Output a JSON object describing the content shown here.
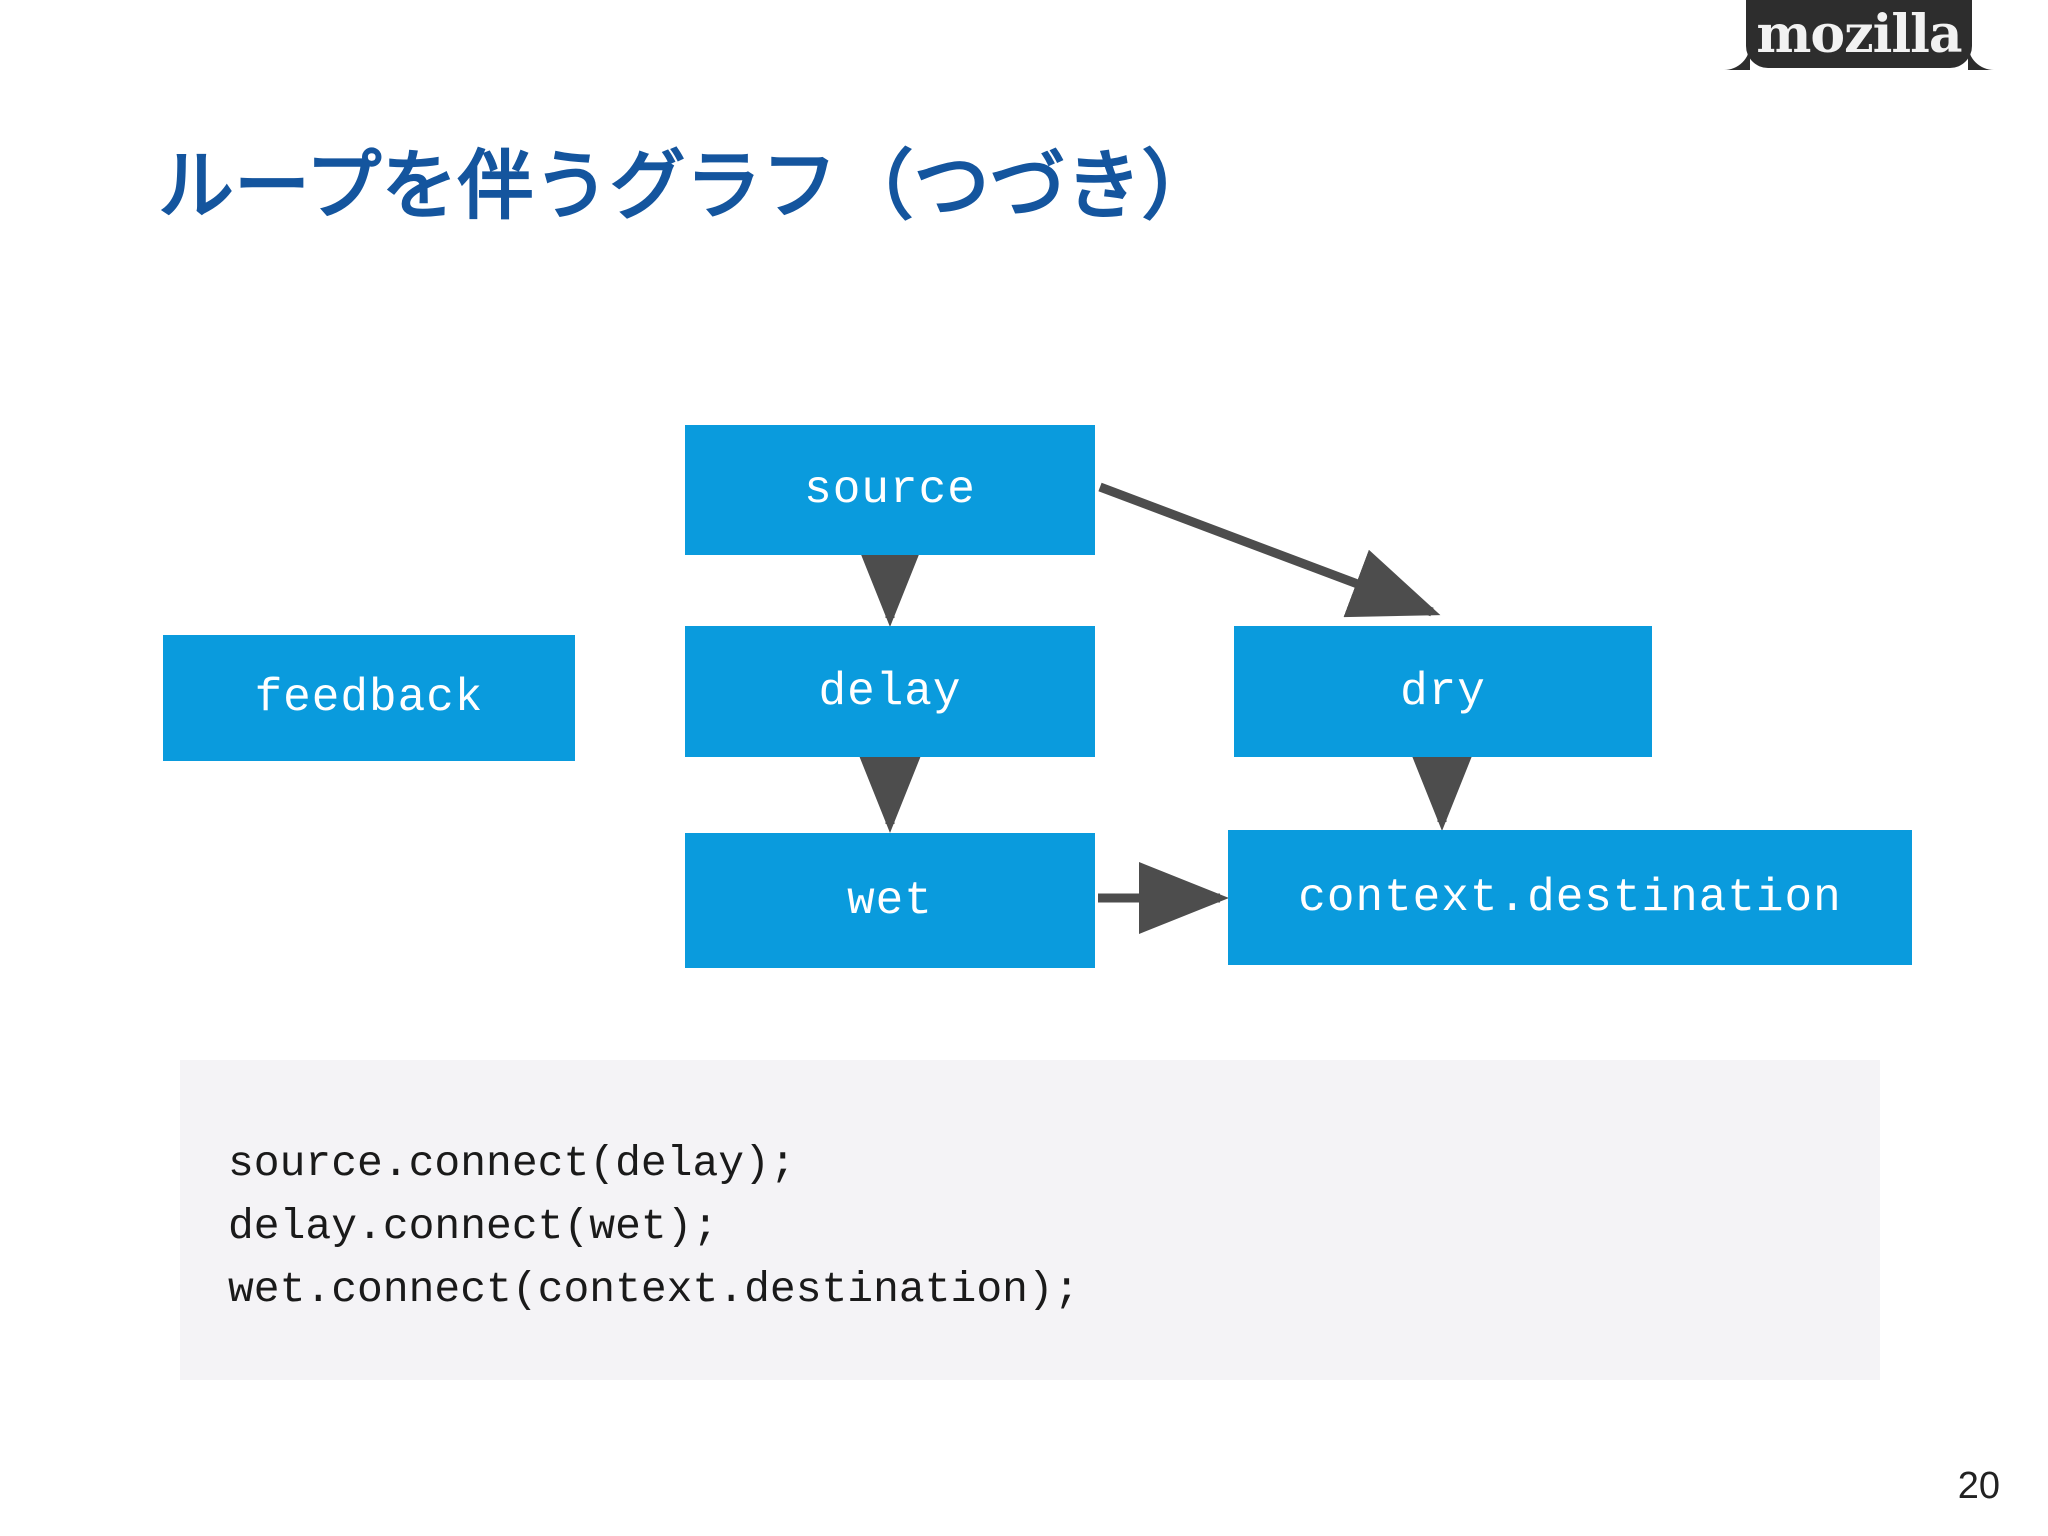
{
  "slide": {
    "title": "ループを伴うグラフ（つづき）",
    "page_number": "20",
    "brand": {
      "wordmark": "mozilla",
      "logo_color": "#2d2d2d",
      "wordmark_color": "#f2f2f2"
    },
    "colors": {
      "title": "#14559e",
      "node_fill": "#0a9bdd",
      "node_text": "#ffffff",
      "arrow": "#4d4d4d",
      "code_background": "#f4f3f6",
      "code_text": "#1a1a1a",
      "slide_background": "#ffffff"
    }
  },
  "diagram": {
    "nodes": [
      {
        "id": "source",
        "label": "source"
      },
      {
        "id": "feedback",
        "label": "feedback"
      },
      {
        "id": "delay",
        "label": "delay"
      },
      {
        "id": "dry",
        "label": "dry"
      },
      {
        "id": "wet",
        "label": "wet"
      },
      {
        "id": "destination",
        "label": "context.destination"
      }
    ],
    "edges": [
      {
        "from": "source",
        "to": "delay"
      },
      {
        "from": "source",
        "to": "dry"
      },
      {
        "from": "delay",
        "to": "wet"
      },
      {
        "from": "dry",
        "to": "destination"
      },
      {
        "from": "wet",
        "to": "destination"
      }
    ]
  },
  "code": {
    "language": "javascript",
    "lines": [
      "source.connect(delay);",
      "delay.connect(wet);",
      "wet.connect(context.destination);"
    ],
    "text": "source.connect(delay);\ndelay.connect(wet);\nwet.connect(context.destination);"
  }
}
